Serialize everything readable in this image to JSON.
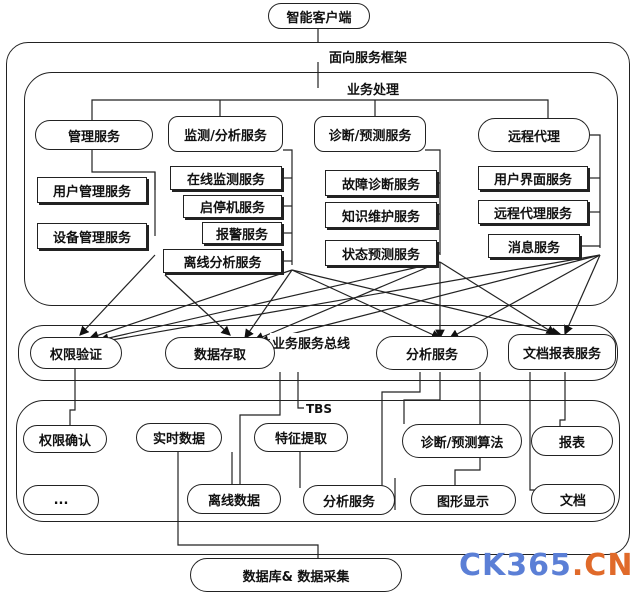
{
  "top": "智能客户端",
  "soa_frame": "面向服务框架",
  "business": {
    "title": "业务处理",
    "groups": [
      {
        "title": "管理服务",
        "items": [
          "用户管理服务",
          "设备管理服务"
        ]
      },
      {
        "title": "监测/分析服务",
        "items": [
          "在线监测服务",
          "启停机服务",
          "报警服务",
          "离线分析服务"
        ]
      },
      {
        "title": "诊断/预测服务",
        "items": [
          "故障诊断服务",
          "知识维护服务",
          "状态预测服务"
        ]
      },
      {
        "title": "远程代理",
        "items": [
          "用户界面服务",
          "远程代理服务",
          "消息服务"
        ]
      }
    ]
  },
  "bus": {
    "title": "业务服务总线",
    "nodes": [
      "权限验证",
      "数据存取",
      "分析服务",
      "文档报表服务"
    ]
  },
  "lower": {
    "tbs": "TBS",
    "nodes": [
      "权限确认",
      "实时数据",
      "特征提取",
      "诊断/预测算法",
      "报表",
      "...",
      "离线数据",
      "分析服务",
      "图形显示",
      "文档"
    ]
  },
  "bottom": "数据库& 数据采集",
  "watermark": {
    "left": "CK365",
    "dot": ".",
    "right": "CN",
    "colors": [
      "#5b7fd6",
      "#e06a2a"
    ]
  }
}
